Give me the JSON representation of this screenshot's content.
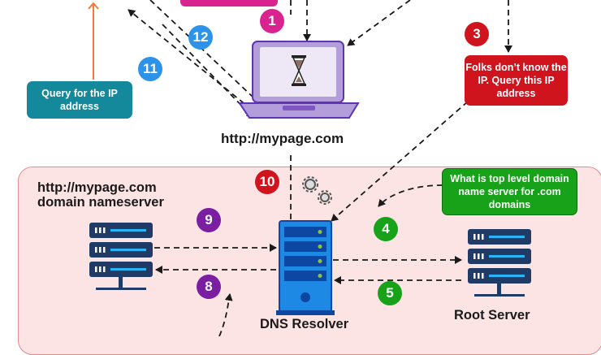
{
  "labels": {
    "query_ip": "Query for the IP address",
    "folks_dont_know": "Folks don’t know the IP. Query this IP address",
    "top_level": "What is top level domain name server for .com domains",
    "url": "http://mypage.com",
    "nameserver_line1": "http://mypage.com",
    "nameserver_line2": "domain nameserver",
    "root_server": "Root Server",
    "dns_resolver": "DNS Resolver"
  },
  "steps": {
    "s1": "1",
    "s3": "3",
    "s4": "4",
    "s5": "5",
    "s8": "8",
    "s9": "9",
    "s10": "10",
    "s11": "11",
    "s12": "12"
  },
  "colors": {
    "teal": "#14899b",
    "red": "#d0141d",
    "green": "#17a21a",
    "pink": "#d9238f",
    "purple": "#7b1fa2",
    "blue": "#2c93e8",
    "orange": "#f27a3c",
    "server_navy": "#1f3b66",
    "resolver_blue": "#1e88e5",
    "laptop_purple": "#b39ddb",
    "zone_fill": "#fde4e4"
  },
  "icons": [
    "laptop-icon",
    "hourglass-icon",
    "gear-icon",
    "server-icon",
    "dns-resolver-icon"
  ]
}
